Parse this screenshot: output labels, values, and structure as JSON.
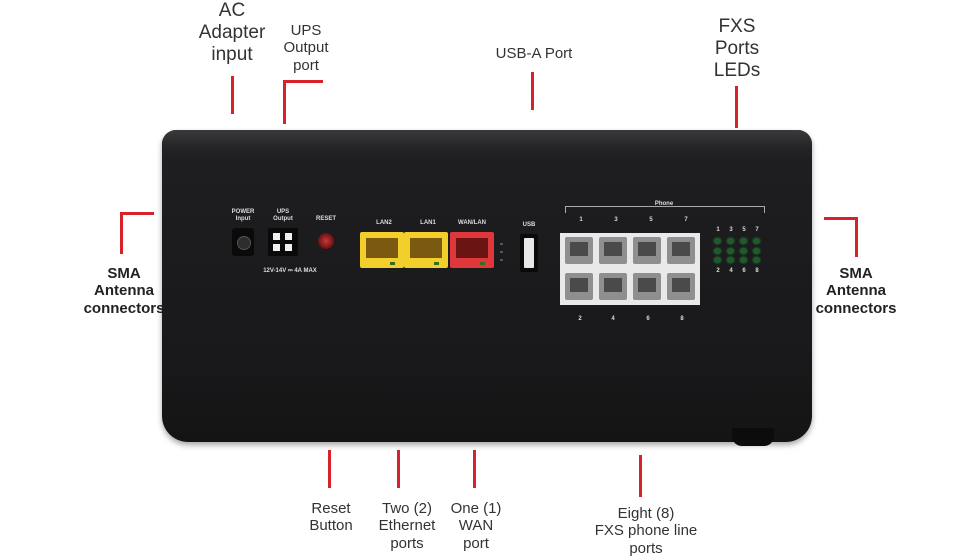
{
  "callouts": {
    "ac_adapter": [
      "AC",
      "Adapter",
      "input"
    ],
    "ups_output": [
      "UPS",
      "Output",
      "port"
    ],
    "usb_a": "USB-A Port",
    "fxs_leds": [
      "FXS",
      "Ports",
      "LEDs"
    ],
    "sma_left": [
      "SMA",
      "Antenna",
      "connectors"
    ],
    "sma_right": [
      "SMA",
      "Antenna",
      "connectors"
    ],
    "reset": [
      "Reset",
      "Button"
    ],
    "ethernet": [
      "Two (2)",
      "Ethernet",
      "ports"
    ],
    "wan": [
      "One (1)",
      "WAN",
      "port"
    ],
    "fxs_ports": [
      "Eight (8)",
      "FXS phone line",
      "ports"
    ]
  },
  "panel_labels": {
    "power": [
      "POWER",
      "Input"
    ],
    "ups": [
      "UPS",
      "Output"
    ],
    "reset": "RESET",
    "lan2": "LAN2",
    "lan1": "LAN1",
    "wan": "WAN/LAN",
    "usb": "USB",
    "phone": "Phone",
    "rating": "12V-14V ⎓ 4A MAX",
    "phone_top_numbers": [
      "1",
      "3",
      "5",
      "7"
    ],
    "phone_bottom_numbers": [
      "2",
      "4",
      "6",
      "8"
    ],
    "led_top_numbers": [
      "1",
      "3",
      "5",
      "7"
    ],
    "led_bottom_numbers": [
      "2",
      "4",
      "6",
      "8"
    ]
  },
  "colors": {
    "leader": "#d8222a",
    "lan_port": "#f2cf2a",
    "wan_port": "#e0383a"
  }
}
